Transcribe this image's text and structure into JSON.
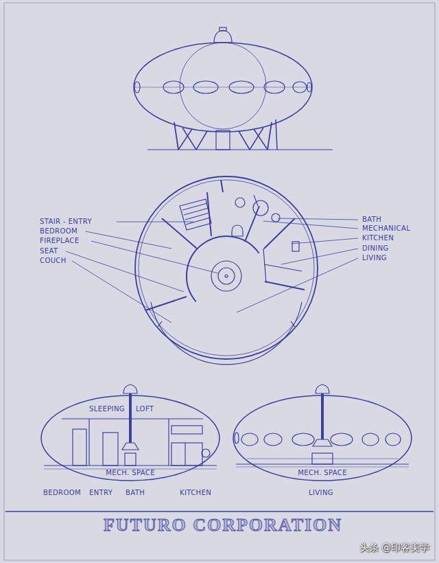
{
  "diagram": {
    "title": "FUTURO CORPORATION",
    "labels": [
      "STAIR - ENTRY",
      "BEDROOM",
      "FIREPLACE",
      "SEAT",
      "COUCH",
      "BATH",
      "MECHANICAL",
      "KITCHEN",
      "DINING",
      "LIVING",
      "SLEEPING",
      "LOFT",
      "MECH. SPACE",
      "MECH. SPACE",
      "BEDROOM",
      "ENTRY",
      "BATH",
      "KITCHEN",
      "LIVING",
      "头条 @印客美学"
    ]
  }
}
